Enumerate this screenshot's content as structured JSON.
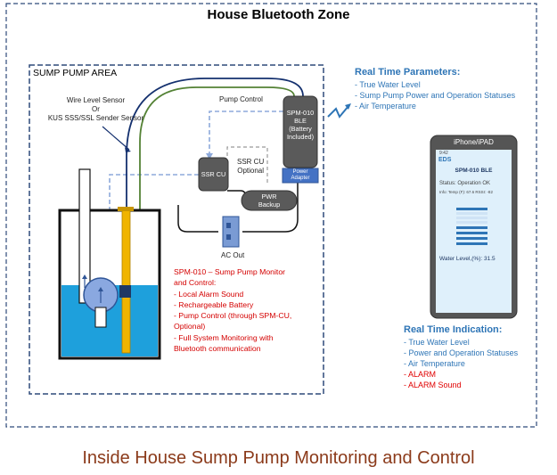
{
  "zone": {
    "title": "House Bluetooth Zone"
  },
  "sump_area": {
    "title": "SUMP PUMP AREA"
  },
  "sensor_label": {
    "line1": "Wire Level Sensor",
    "line2": "Or",
    "line3": "KUS SSS/SSL Sender Sensor"
  },
  "pump_control_label": "Pump Control",
  "spm_box": {
    "line1": "SPM-010",
    "line2": "BLE",
    "line3": "(Battery",
    "line4": "Included)"
  },
  "power_adapter": {
    "line1": "Power",
    "line2": "Adapter"
  },
  "ssr_box": "SSR CU",
  "ssr_note": {
    "line1": "SSR CU",
    "line2": "Optional"
  },
  "pwr_backup": {
    "line1": "PWR",
    "line2": "Backup"
  },
  "ac_out": "AC Out",
  "realtime_params": {
    "title": "Real Time Parameters:",
    "items": [
      "- True Water Level",
      "- Sump Pump Power and Operation Statuses",
      "- Air Temperature"
    ]
  },
  "phone": {
    "title": "iPhone/iPAD",
    "time": "9:42",
    "logo": "EDS",
    "app_title": "SPM-010 BLE",
    "status": "Status: Operation OK",
    "info": "Info: Temp (F): 67.6  RSSI: -82",
    "water_level": "Water Level,(%): 31.5"
  },
  "spm_description": {
    "title_line1": "SPM-010 – Sump Pump Monitor",
    "title_line2": "and Control:",
    "items": [
      "- Local Alarm Sound",
      "- Rechargeable Battery",
      "- Pump Control (through SPM-CU,",
      "Optional)",
      "- Full System Monitoring with",
      "Bluetooth communication"
    ]
  },
  "realtime_indication": {
    "title": "Real Time Indication:",
    "items": [
      {
        "text": "- True Water Level",
        "alarm": false
      },
      {
        "text": "- Power and Operation Statuses",
        "alarm": false
      },
      {
        "text": "- Air Temperature",
        "alarm": false
      },
      {
        "text": "- ALARM",
        "alarm": true
      },
      {
        "text": "- ALARM Sound",
        "alarm": true
      }
    ]
  },
  "footer": "Inside House Sump Pump Monitoring and Control",
  "colors": {
    "zone_border": "#2e4a7a",
    "area_border": "#2e4a7a",
    "water": "#1ea0dc",
    "pump": "#8aa8e0",
    "box_gray": "#5a5a5a",
    "sensor_rod": "#f0b400",
    "sensor_wire": "#14306e",
    "green_wire": "#548235",
    "dash_blue": "#8eaadb",
    "accent_blue": "#2e75b6",
    "alarm_red": "#e00000",
    "footer": "#8b3a1a"
  }
}
